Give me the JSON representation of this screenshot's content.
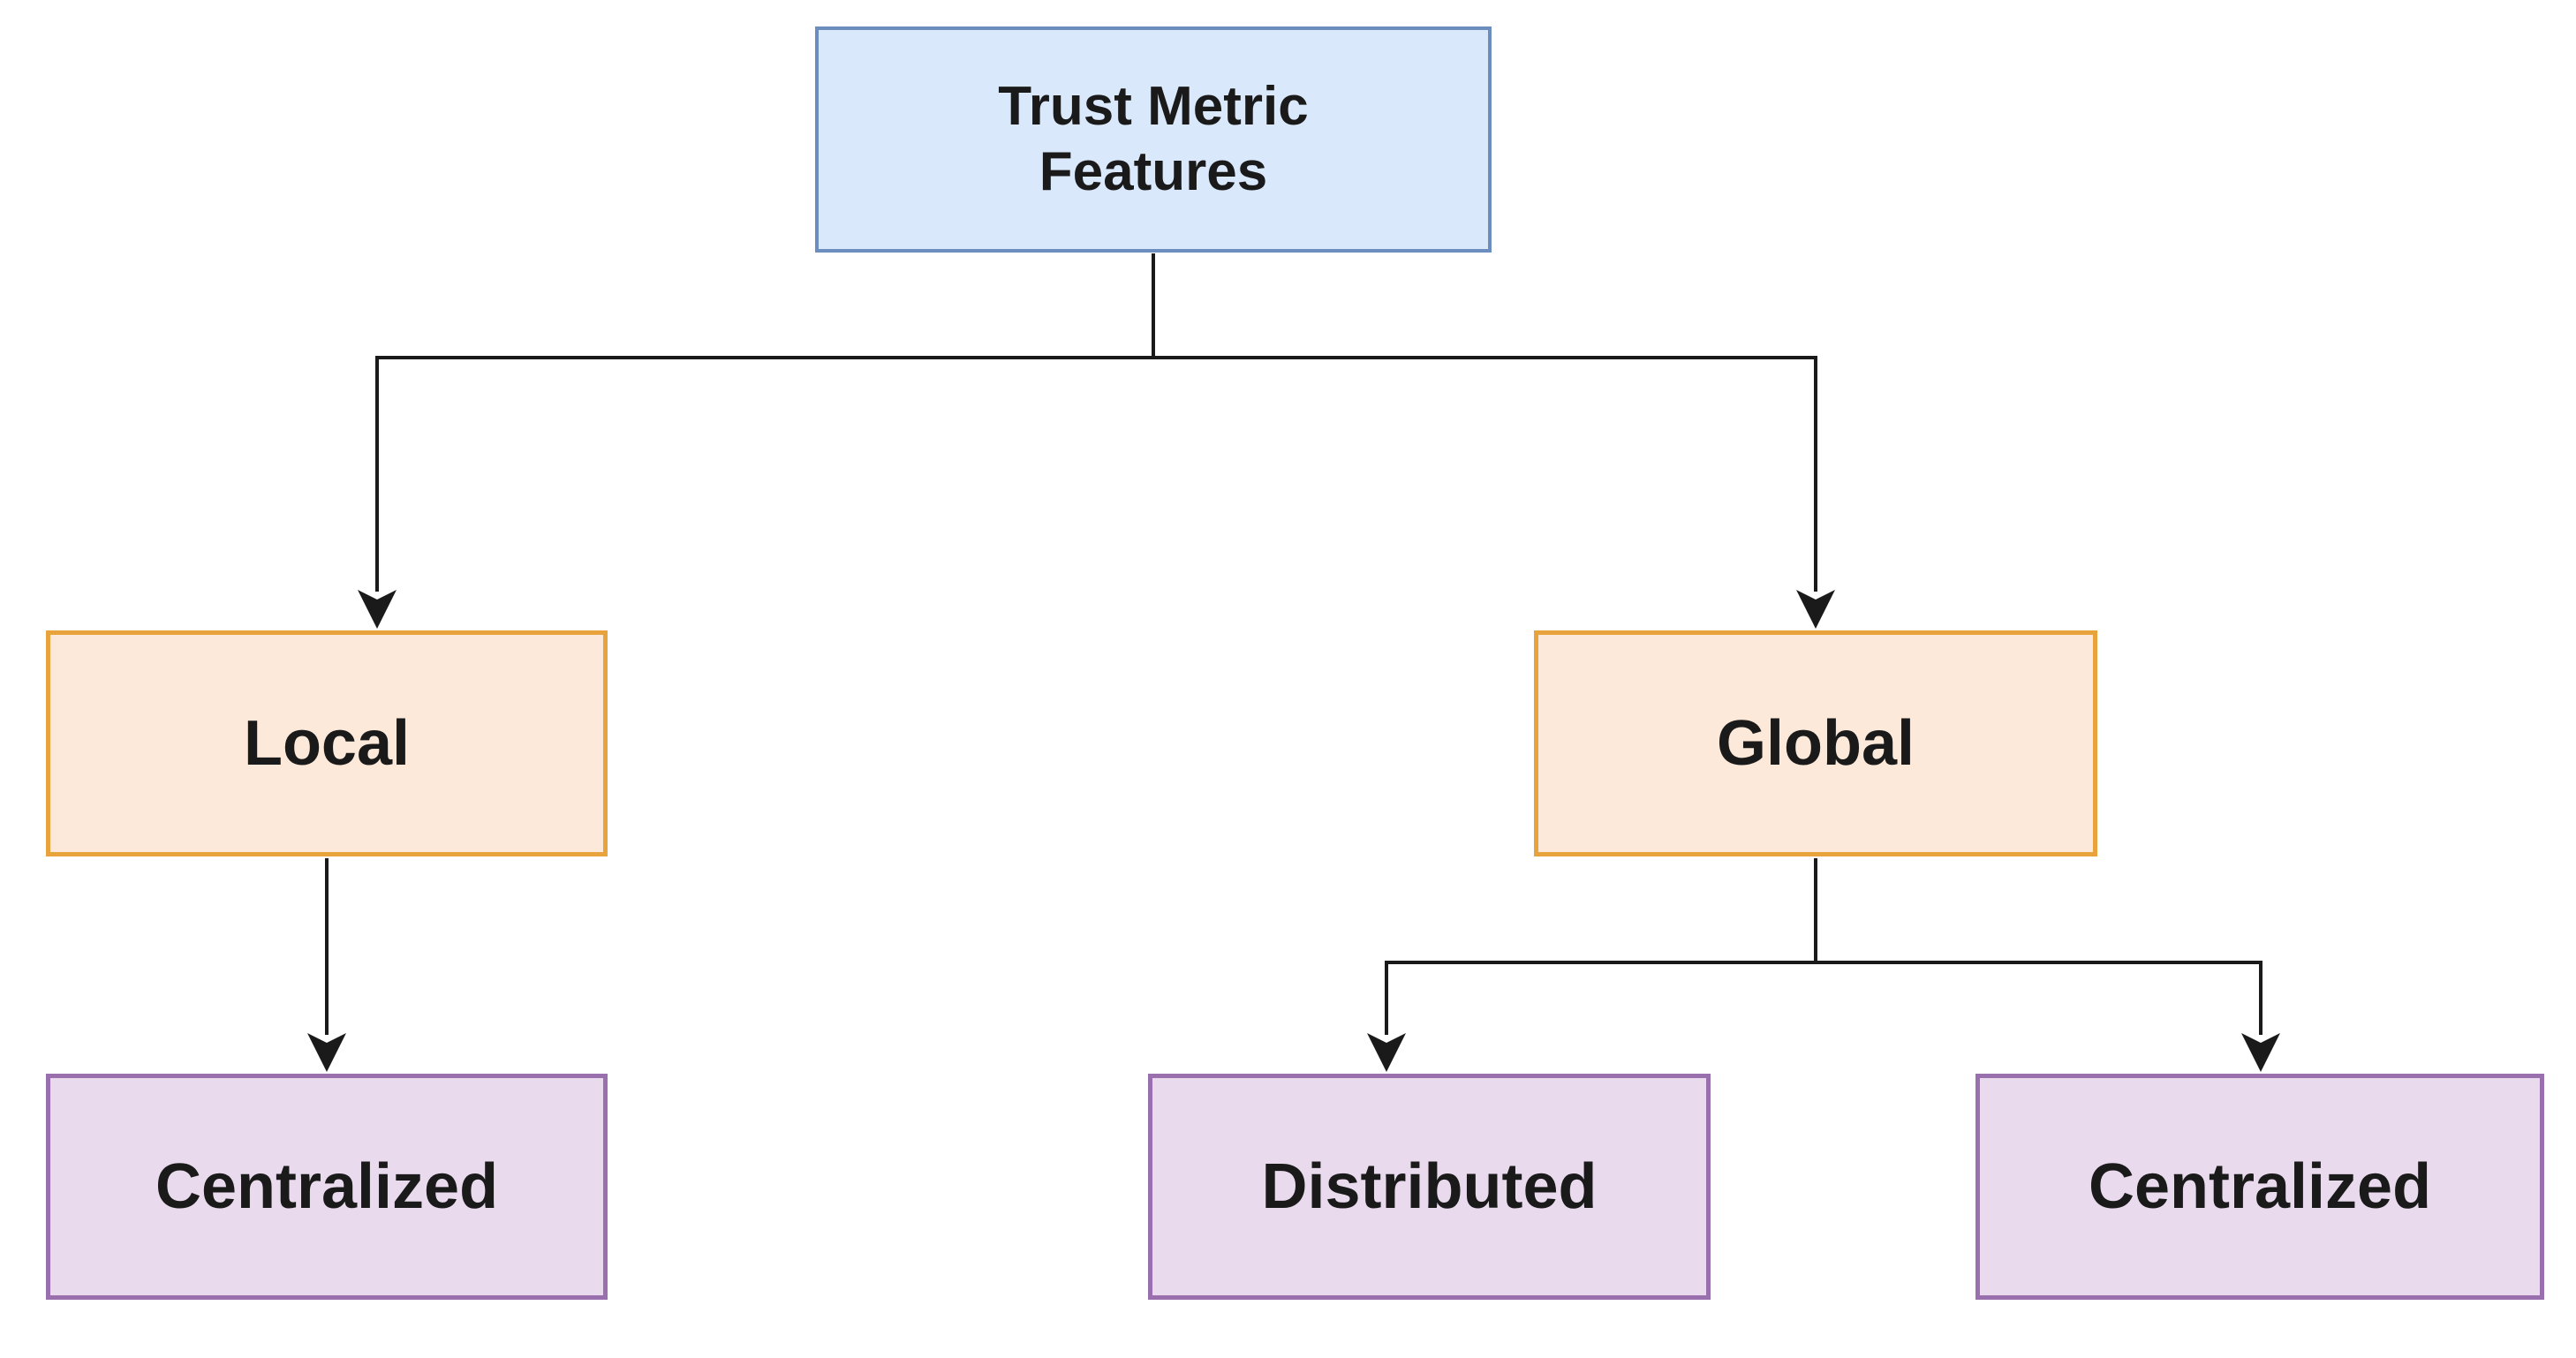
{
  "diagram": {
    "background": "#FFFFFF",
    "connector_color": "#1A1A1A",
    "text_color": "#1A1A1A",
    "nodes": [
      {
        "id": "trust-metric-features",
        "label": "Trust Metric Features",
        "level": 0,
        "fill": "#DAE8FC",
        "stroke": "#6C8EBF"
      },
      {
        "id": "local",
        "label": "Local",
        "level": 1,
        "fill": "#FDE9D9",
        "stroke": "#E8A33D"
      },
      {
        "id": "global",
        "label": "Global",
        "level": 1,
        "fill": "#FDE9D9",
        "stroke": "#E8A33D"
      },
      {
        "id": "centralized-under-local",
        "label": "Centralized",
        "level": 2,
        "fill": "#E9DBED",
        "stroke": "#9A6FAE"
      },
      {
        "id": "distributed",
        "label": "Distributed",
        "level": 2,
        "fill": "#E9DBED",
        "stroke": "#9A6FAE"
      },
      {
        "id": "centralized-under-global",
        "label": "Centralized",
        "level": 2,
        "fill": "#E9DBED",
        "stroke": "#9A6FAE"
      }
    ],
    "edges": [
      {
        "from": "trust-metric-features",
        "to": "local"
      },
      {
        "from": "trust-metric-features",
        "to": "global"
      },
      {
        "from": "local",
        "to": "centralized-under-local"
      },
      {
        "from": "global",
        "to": "distributed"
      },
      {
        "from": "global",
        "to": "centralized-under-global"
      }
    ]
  }
}
